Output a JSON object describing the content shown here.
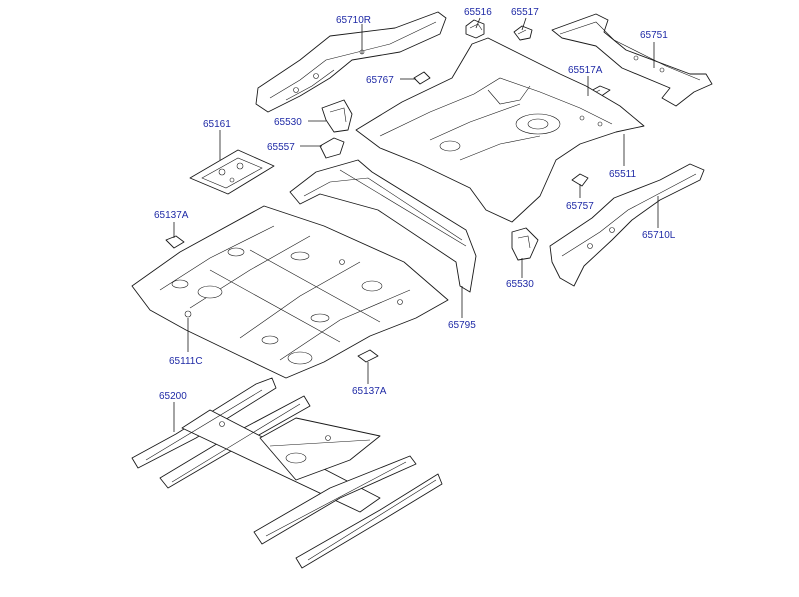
{
  "accent_color": "#1f2aa6",
  "callouts": [
    {
      "id": "c1",
      "label": "65710R"
    },
    {
      "id": "c2",
      "label": "65516"
    },
    {
      "id": "c3",
      "label": "65517"
    },
    {
      "id": "c4",
      "label": "65751"
    },
    {
      "id": "c5",
      "label": "65767"
    },
    {
      "id": "c6",
      "label": "65517A"
    },
    {
      "id": "c7",
      "label": "65161"
    },
    {
      "id": "c8",
      "label": "65530"
    },
    {
      "id": "c9",
      "label": "65557"
    },
    {
      "id": "c10",
      "label": "65511"
    },
    {
      "id": "c11",
      "label": "65757"
    },
    {
      "id": "c12",
      "label": "65137A"
    },
    {
      "id": "c13",
      "label": "65710L"
    },
    {
      "id": "c14",
      "label": "65530"
    },
    {
      "id": "c15",
      "label": "65795"
    },
    {
      "id": "c16",
      "label": "65111C"
    },
    {
      "id": "c17",
      "label": "65137A"
    },
    {
      "id": "c18",
      "label": "65200"
    }
  ]
}
